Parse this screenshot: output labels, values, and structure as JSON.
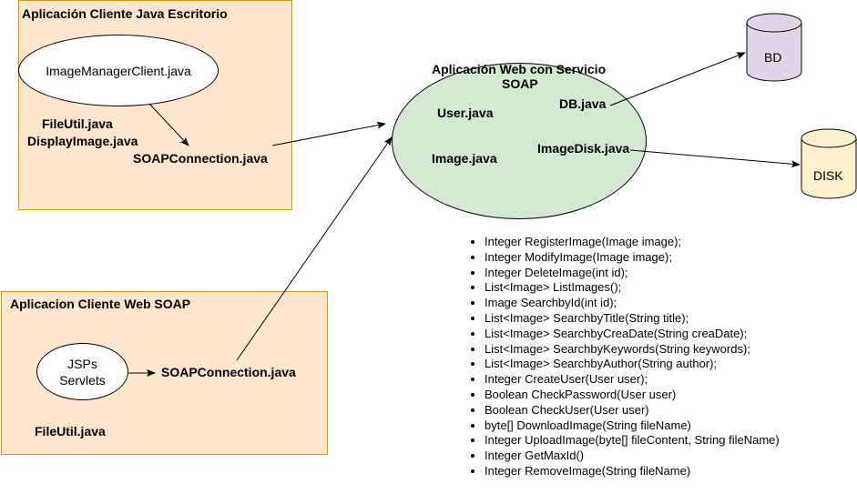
{
  "desktop_client": {
    "title": "Aplicación Cliente Java Escritorio",
    "main_class": "ImageManagerClient.java",
    "util1": "FileUtil.java",
    "util2": "DisplayImage.java",
    "connection": "SOAPConnection.java"
  },
  "web_client": {
    "title": "Aplicacion Cliente Web SOAP",
    "jsp_line1": "JSPs",
    "jsp_line2": "Servlets",
    "connection": "SOAPConnection.java",
    "util": "FileUtil.java"
  },
  "service": {
    "title_line1": "Aplicación Web con Servicio",
    "title_line2": "SOAP",
    "user": "User.java",
    "db": "DB.java",
    "image": "Image.java",
    "image_disk": "ImageDisk.java"
  },
  "storage": {
    "bd": "BD",
    "disk": "DISK",
    "bd_color": "#e1d5e7",
    "disk_color": "#fff2cc"
  },
  "colors": {
    "box_fill": "#ffe6cc",
    "box_border": "#d79b00",
    "service_fill": "#d5e8d4"
  },
  "methods": [
    "Integer RegisterImage(Image image);",
    "Integer ModifyImage(Image image);",
    "Integer DeleteImage(int id);",
    "List<Image> ListImages();",
    "Image SearchbyId(int id);",
    "List<Image> SearchbyTitle(String title);",
    "List<Image> SearchbyCreaDate(String creaDate);",
    "List<Image> SearchbyKeywords(String keywords);",
    "List<Image> SearchbyAuthor(String author);",
    "Integer CreateUser(User user);",
    "Boolean CheckPassword(User user)",
    "Boolean CheckUser(User user)",
    "byte[] DownloadImage(String fileName)",
    "Integer UploadImage(byte[] fileContent, String fileName)",
    "Integer GetMaxId()",
    "Integer RemoveImage(String fileName)"
  ]
}
